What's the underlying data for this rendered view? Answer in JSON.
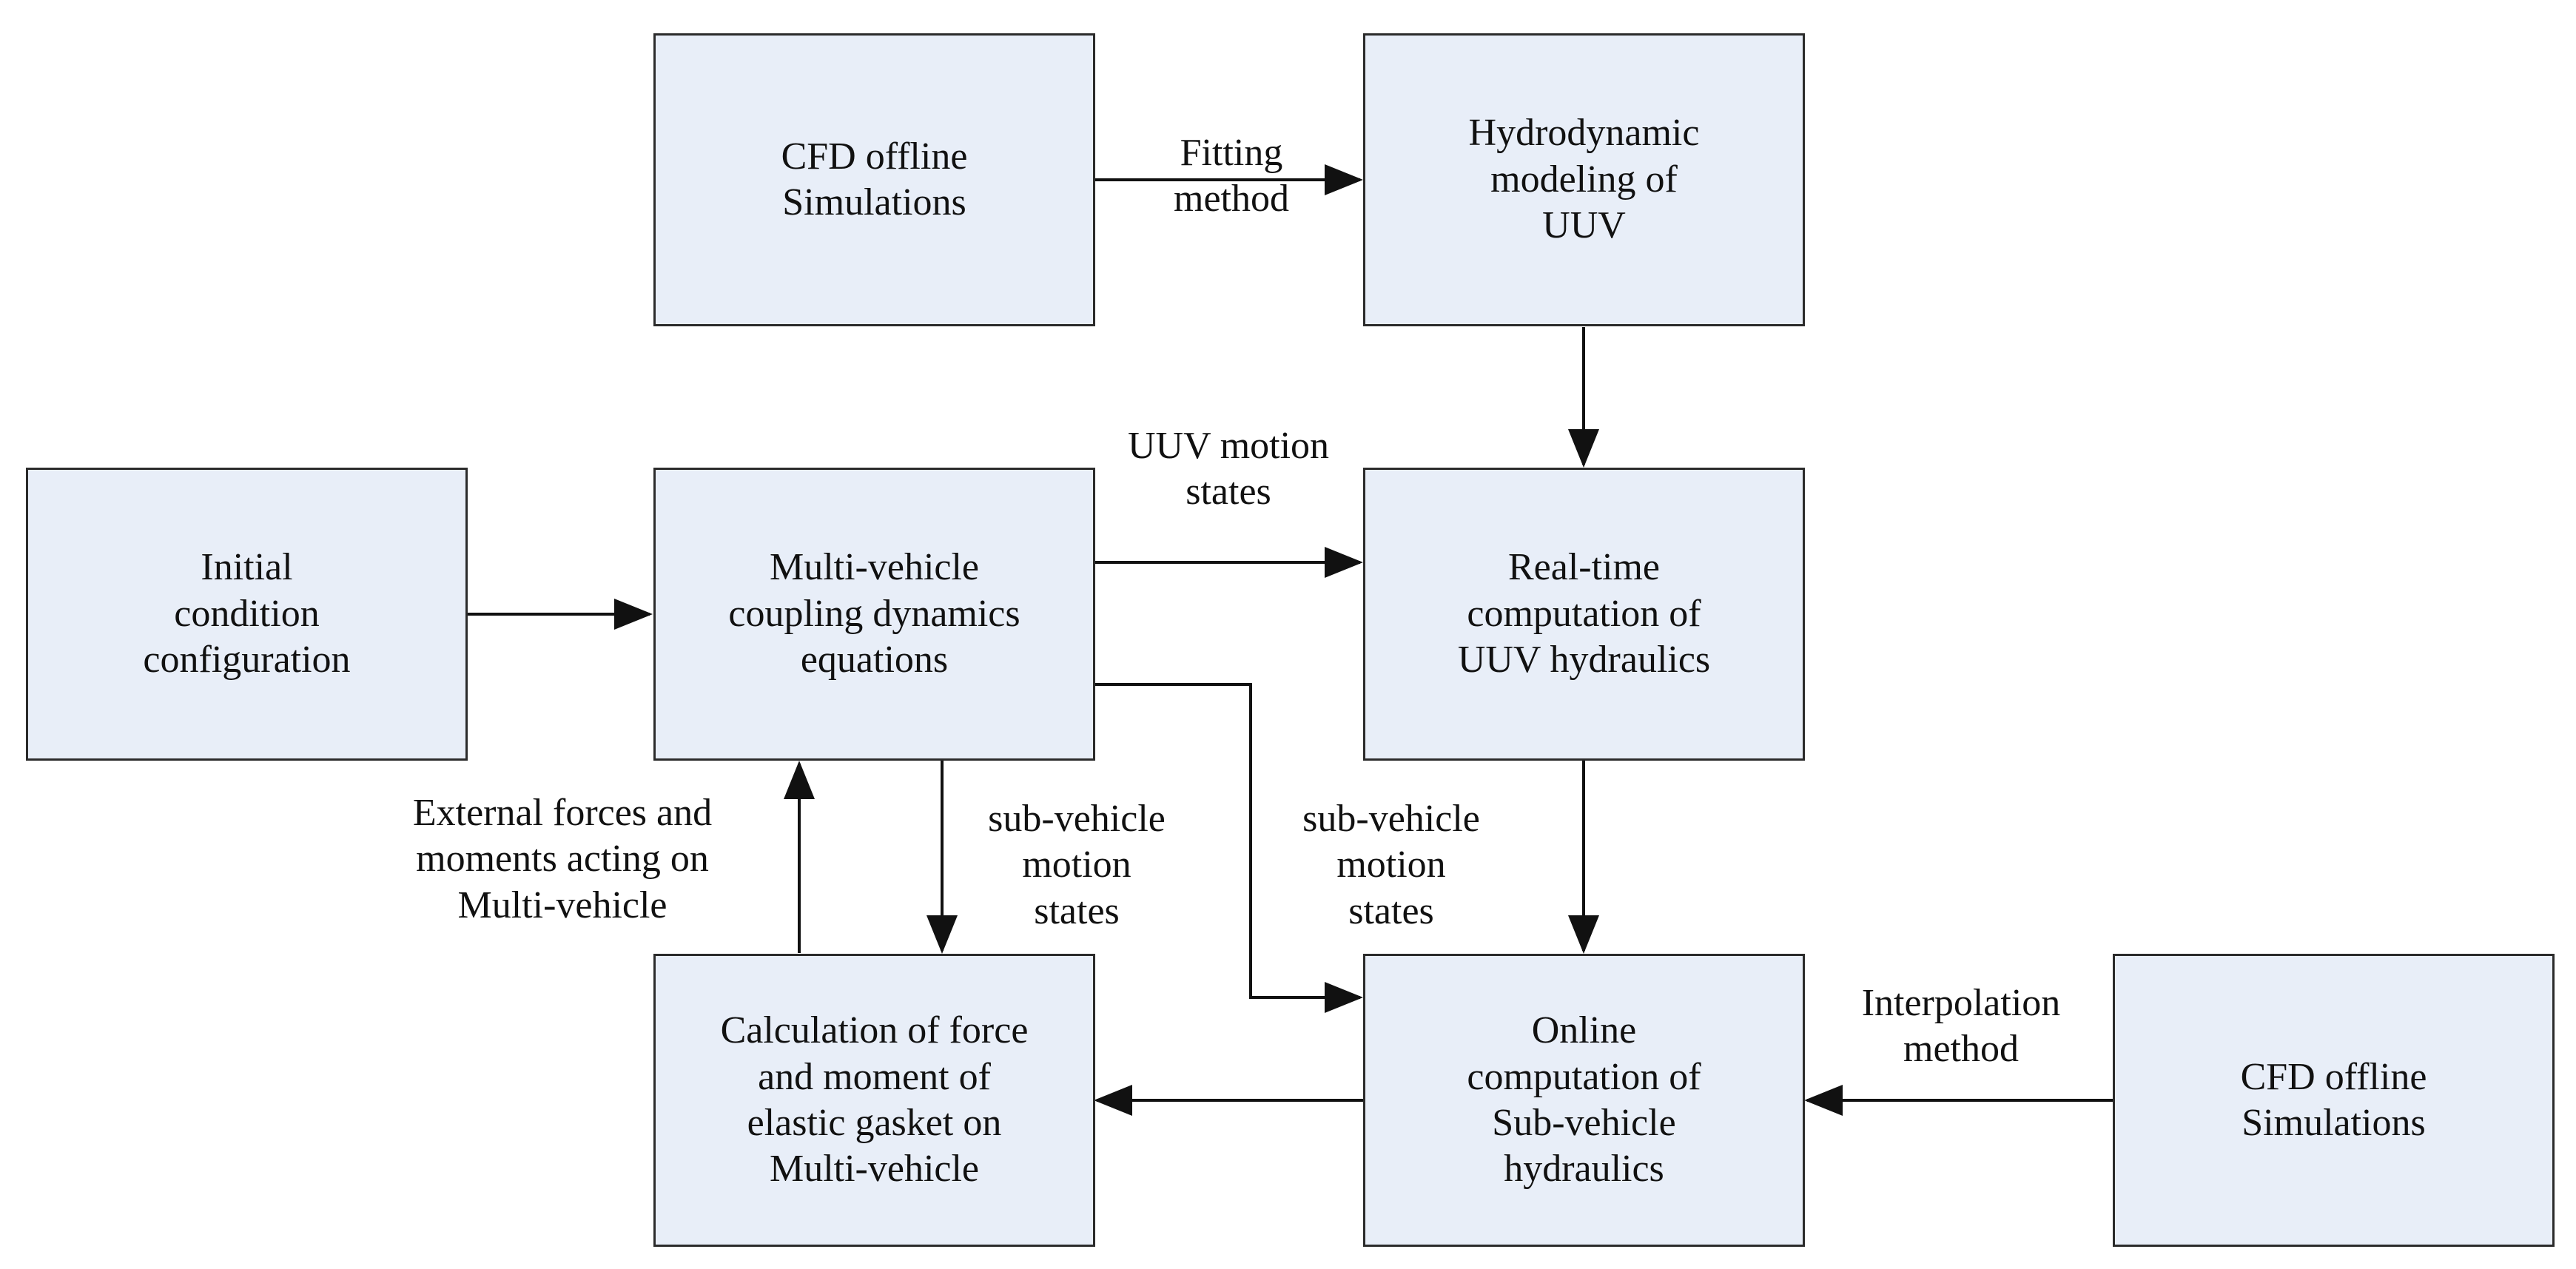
{
  "nodes": {
    "cfd_top": "CFD offline\nSimulations",
    "hydro_model": "Hydrodynamic\nmodeling of\nUUV",
    "initial_cond": "Initial\ncondition\nconfiguration",
    "coupling_eq": "Multi-vehicle\ncoupling dynamics\nequations",
    "realtime_uuv": "Real-time\ncomputation of\nUUV hydraulics",
    "gasket_calc": "Calculation of force\nand moment of\nelastic gasket on\nMulti-vehicle",
    "online_sub": "Online\ncomputation of\nSub-vehicle\nhydraulics",
    "cfd_right": "CFD offline\nSimulations"
  },
  "edges": {
    "fitting": "Fitting\nmethod",
    "uuv_states": "UUV motion\nstates",
    "external_forces": "External forces and\nmoments acting on\nMulti-vehicle",
    "sub_states_left": "sub-vehicle\nmotion\nstates",
    "sub_states_right": "sub-vehicle\nmotion\nstates",
    "interpolation": "Interpolation\nmethod"
  },
  "colors": {
    "box_fill": "#e8eef8",
    "line": "#111111"
  }
}
